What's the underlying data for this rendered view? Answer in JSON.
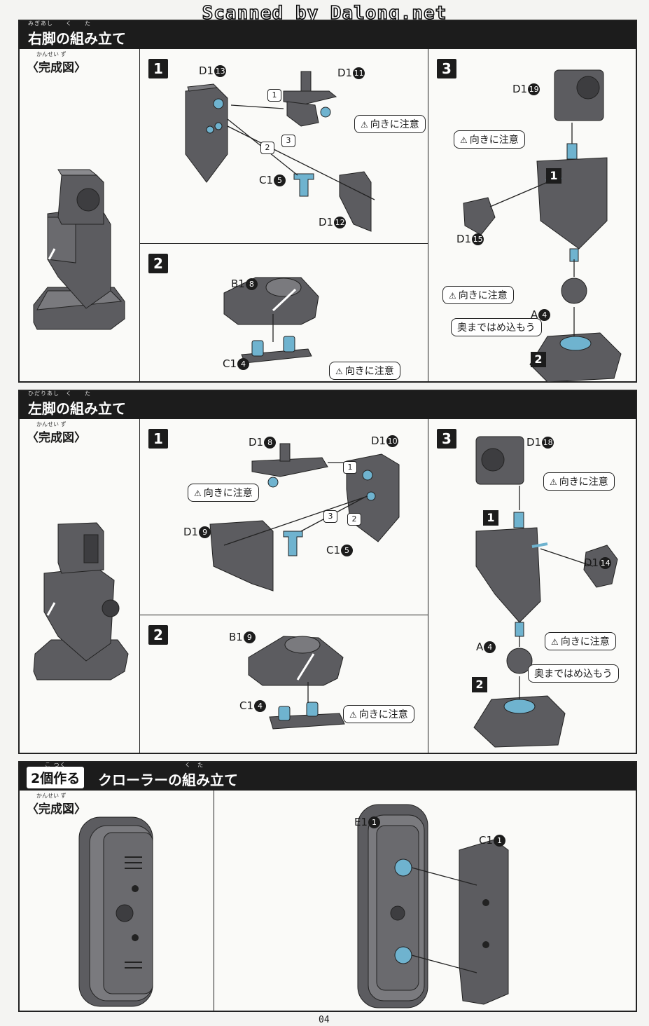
{
  "watermark": "Scanned by Dalong.net",
  "page_number": "04",
  "sections": {
    "right_leg": {
      "title": "右脚の組み立て",
      "title_ruby": "みぎあし　　く　　た",
      "complete_label": "〈完成図〉",
      "complete_ruby": "かんせい ず",
      "step1": {
        "num": "1",
        "parts": [
          "D1",
          "D1",
          "C1",
          "D1"
        ],
        "part_nums": [
          "13",
          "11",
          "5",
          "12"
        ],
        "warn": "向きに注意",
        "order": [
          "1",
          "2",
          "3"
        ]
      },
      "step2": {
        "num": "2",
        "parts": [
          "B1",
          "C1"
        ],
        "part_nums": [
          "8",
          "4"
        ],
        "warn": "向きに注意"
      },
      "step3": {
        "num": "3",
        "parts": [
          "D1",
          "D1",
          "A"
        ],
        "part_nums": [
          "19",
          "15",
          "4"
        ],
        "warn": "向きに注意",
        "push": "奥まではめ込もう",
        "sub1": "1",
        "sub2": "2"
      }
    },
    "left_leg": {
      "title": "左脚の組み立て",
      "title_ruby": "ひだりあし　く　　た",
      "complete_label": "〈完成図〉",
      "complete_ruby": "かんせい ず",
      "step1": {
        "num": "1",
        "parts": [
          "D1",
          "D1",
          "D1",
          "C1"
        ],
        "part_nums": [
          "8",
          "10",
          "9",
          "5"
        ],
        "warn": "向きに注意",
        "order": [
          "1",
          "2",
          "3"
        ]
      },
      "step2": {
        "num": "2",
        "parts": [
          "B1",
          "C1"
        ],
        "part_nums": [
          "9",
          "4"
        ],
        "warn": "向きに注意"
      },
      "step3": {
        "num": "3",
        "parts": [
          "D1",
          "D1",
          "A"
        ],
        "part_nums": [
          "18",
          "14",
          "4"
        ],
        "warn": "向きに注意",
        "push": "奥まではめ込もう",
        "sub1": "1",
        "sub2": "2"
      }
    },
    "crawler": {
      "badge": "2個作る",
      "badge_ruby": "こ つく",
      "title": "クローラーの組み立て",
      "title_ruby": "く　た",
      "complete_label": "〈完成図〉",
      "complete_ruby": "かんせい ず",
      "parts": [
        "E1",
        "C1"
      ],
      "part_nums": [
        "1",
        "1"
      ]
    }
  },
  "colors": {
    "part": "#5c5c60",
    "part_dark": "#3d3d40",
    "peg": "#6fb3cf",
    "ink": "#1c1c1c"
  }
}
